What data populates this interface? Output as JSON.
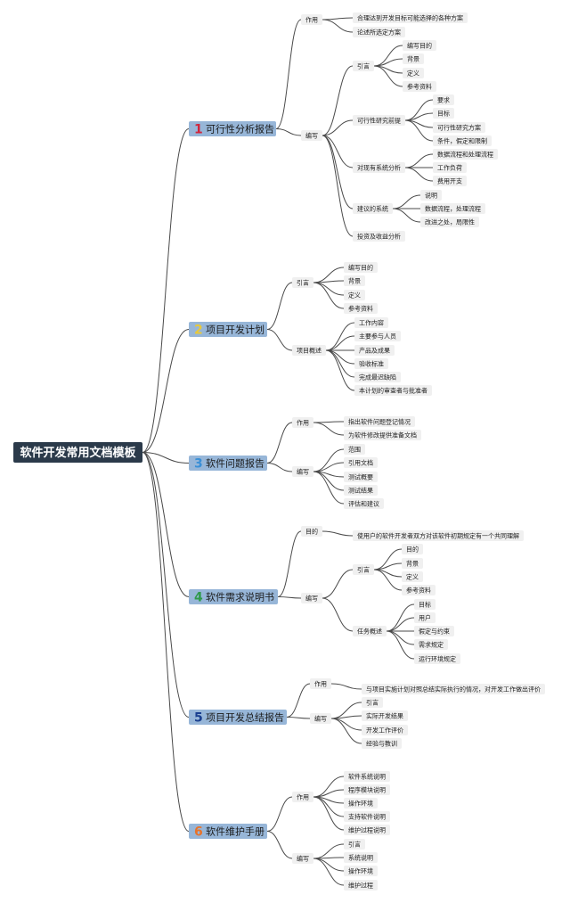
{
  "colors": {
    "root_fill": "#2b3a4a",
    "branch_fill": "#97b6d8",
    "node_fill": "#f0f0f0",
    "edge": "#4a4a4a",
    "num1": "#d0263d",
    "num2": "#e8c93a",
    "num3": "#3a8fd6",
    "num4": "#2f9a4a",
    "num5": "#1a3f8f",
    "num6": "#e8732a"
  },
  "root": {
    "label": "软件开发常用文档模板"
  },
  "branches": [
    {
      "num": "1",
      "num_color": "#d0263d",
      "label": "可行性分析报告",
      "groups": [
        {
          "label": "作用",
          "items": [
            {
              "label": "合理达到开发目标可能选择的各种方案"
            },
            {
              "label": "论述所选定方案"
            }
          ]
        },
        {
          "label": "编写",
          "items": [
            {
              "label": "引言",
              "children": [
                "编写目的",
                "背景",
                "定义",
                "参考资料"
              ]
            },
            {
              "label": "可行性研究前提",
              "children": [
                "要求",
                "目标",
                "可行性研究方案",
                "条件，假定和限制"
              ]
            },
            {
              "label": "对现有系统分析",
              "children": [
                "数据流程和处理流程",
                "工作负荷",
                "费用开支"
              ]
            },
            {
              "label": "建议的系统",
              "children": [
                "说明",
                "数据流程，处理流程",
                "改进之处，局限性"
              ]
            },
            {
              "label": "投资及收益分析"
            }
          ]
        }
      ]
    },
    {
      "num": "2",
      "num_color": "#e8c93a",
      "label": "项目开发计划",
      "groups": [
        {
          "label": "引言",
          "items": [
            {
              "label": "编写目的"
            },
            {
              "label": "背景"
            },
            {
              "label": "定义"
            },
            {
              "label": "参考资料"
            }
          ]
        },
        {
          "label": "项目概述",
          "items": [
            {
              "label": "工作内容"
            },
            {
              "label": "主要参与人员"
            },
            {
              "label": "产品及成果"
            },
            {
              "label": "验收标准"
            },
            {
              "label": "完成最迟缺陷"
            },
            {
              "label": "本计划的审查者与批准者"
            }
          ]
        }
      ]
    },
    {
      "num": "3",
      "num_color": "#3a8fd6",
      "label": "软件问题报告",
      "groups": [
        {
          "label": "作用",
          "items": [
            {
              "label": "指出软件问题登记情况"
            },
            {
              "label": "为软件修改提供准备文档"
            }
          ]
        },
        {
          "label": "编写",
          "items": [
            {
              "label": "范围"
            },
            {
              "label": "引用文档"
            },
            {
              "label": "测试概要"
            },
            {
              "label": "测试结果"
            },
            {
              "label": "评估和建议"
            }
          ]
        }
      ]
    },
    {
      "num": "4",
      "num_color": "#2f9a4a",
      "label": "软件需求说明书",
      "groups": [
        {
          "label": "目的",
          "items": [
            {
              "label": "使用户的软件开发者双方对该软件初期规定有一个共同理解"
            }
          ]
        },
        {
          "label": "编写",
          "items": [
            {
              "label": "引言",
              "children": [
                "目的",
                "背景",
                "定义",
                "参考资料"
              ]
            },
            {
              "label": "任务概述",
              "children": [
                "目标",
                "用户",
                "假定与约束",
                "需求规定",
                "运行环境规定"
              ]
            }
          ]
        }
      ]
    },
    {
      "num": "5",
      "num_color": "#1a3f8f",
      "label": "项目开发总结报告",
      "groups": [
        {
          "label": "作用",
          "items": [
            {
              "label": "与项目实施计划对照总结实际执行的情况，对开发工作做出评价"
            }
          ]
        },
        {
          "label": "编写",
          "items": [
            {
              "label": "引言"
            },
            {
              "label": "实际开发结果"
            },
            {
              "label": "开发工作评价"
            },
            {
              "label": "经验与教训"
            }
          ]
        }
      ]
    },
    {
      "num": "6",
      "num_color": "#e8732a",
      "label": "软件维护手册",
      "groups": [
        {
          "label": "作用",
          "items": [
            {
              "label": "软件系统说明"
            },
            {
              "label": "程序模块说明"
            },
            {
              "label": "操作环境"
            },
            {
              "label": "支持软件说明"
            },
            {
              "label": "维护过程说明"
            }
          ]
        },
        {
          "label": "编写",
          "items": [
            {
              "label": "引言"
            },
            {
              "label": "系统说明"
            },
            {
              "label": "操作环境"
            },
            {
              "label": "维护过程"
            }
          ]
        }
      ]
    }
  ]
}
